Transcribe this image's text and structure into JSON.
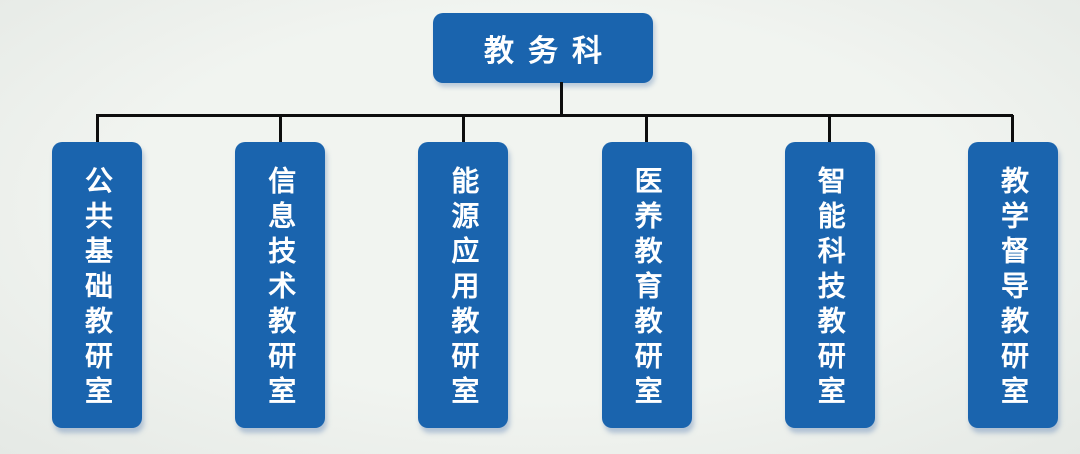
{
  "org_chart": {
    "root": {
      "label": "教务科"
    },
    "departments": [
      {
        "label": "公共基础教研室"
      },
      {
        "label": "信息技术教研室"
      },
      {
        "label": "能源应用教研室"
      },
      {
        "label": "医养教育教研室"
      },
      {
        "label": "智能科技教研室"
      },
      {
        "label": "教学督导教研室"
      }
    ],
    "colors": {
      "node_fill": "#1a64ae",
      "node_text": "#ffffff",
      "connector": "#0d0d0d",
      "background": "#edf0ec"
    }
  }
}
